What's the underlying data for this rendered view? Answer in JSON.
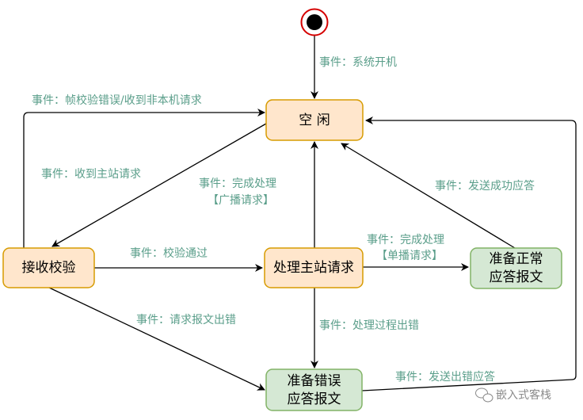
{
  "colors": {
    "state_orange_fill": "#ffe6cc",
    "state_orange_stroke": "#d79b00",
    "state_green_fill": "#d5e8d4",
    "state_green_stroke": "#82b366",
    "edge_label": "#5a9e8a",
    "initial_ring": "#d50000"
  },
  "states": {
    "idle": {
      "label": "空 闲"
    },
    "receive_check": {
      "label": "接收校验"
    },
    "process_request": {
      "label": "处理主站请求"
    },
    "prepare_normal": {
      "line1": "准备正常",
      "line2": "应答报文"
    },
    "prepare_error": {
      "line1": "准备错误",
      "line2": "应答报文"
    }
  },
  "transitions": {
    "power_on": "事件：系统开机",
    "frame_error": "事件：帧校验错误/收到非本机请求",
    "recv_request": "事件：收到主站请求",
    "broadcast_done": {
      "line1": "事件：完成处理",
      "line2": "【广播请求】"
    },
    "send_success": "事件：发送成功应答",
    "check_pass": "事件：校验通过",
    "unicast_done": {
      "line1": "事件：完成处理",
      "line2": "【单播请求】"
    },
    "request_error": "事件：请求报文出错",
    "process_error": "事件：处理过程出错",
    "send_error": "事件：发送出错应答"
  },
  "watermark": {
    "icon": "wechat-icon",
    "text": "嵌入式客栈"
  }
}
